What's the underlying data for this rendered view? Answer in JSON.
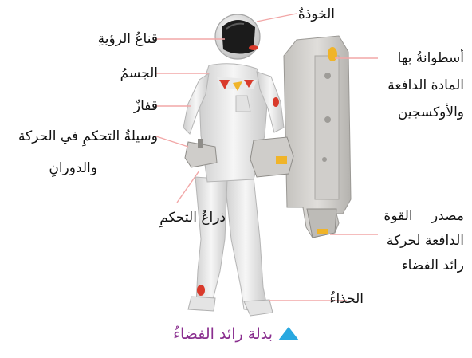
{
  "labels": {
    "helmet": "الخوذةُ",
    "visor": "قناعُ الرؤيةِ",
    "body": "الجسمُ",
    "glove": "قفازٌ",
    "control_line1": "وسيلةُ التحكمِ في الحركة",
    "control_line2": "والدورانِ",
    "arm": "ذراعُ التحكمِ",
    "boot": "الحذاءُ",
    "tank_line1": "أسطوانةُ بها",
    "tank_line2": "المادة الدافعة",
    "tank_line3": "والأوكسجين",
    "thrust_line1": "مصدر القوة",
    "thrust_line2": "الدافعة لحركة",
    "thrust_line3": "رائد الفضاء"
  },
  "caption": "بدلة رائد الفضاءُ",
  "colors": {
    "leader_line": "#f2a7a7",
    "caption_text": "#8a2f8f",
    "caption_triangle": "#29a8e0",
    "suit": "#e9e9e9",
    "backpack": "#d5d3cf",
    "visor": "#1b1b1b",
    "accent_red": "#d93a2b",
    "accent_yellow": "#f0b429"
  }
}
